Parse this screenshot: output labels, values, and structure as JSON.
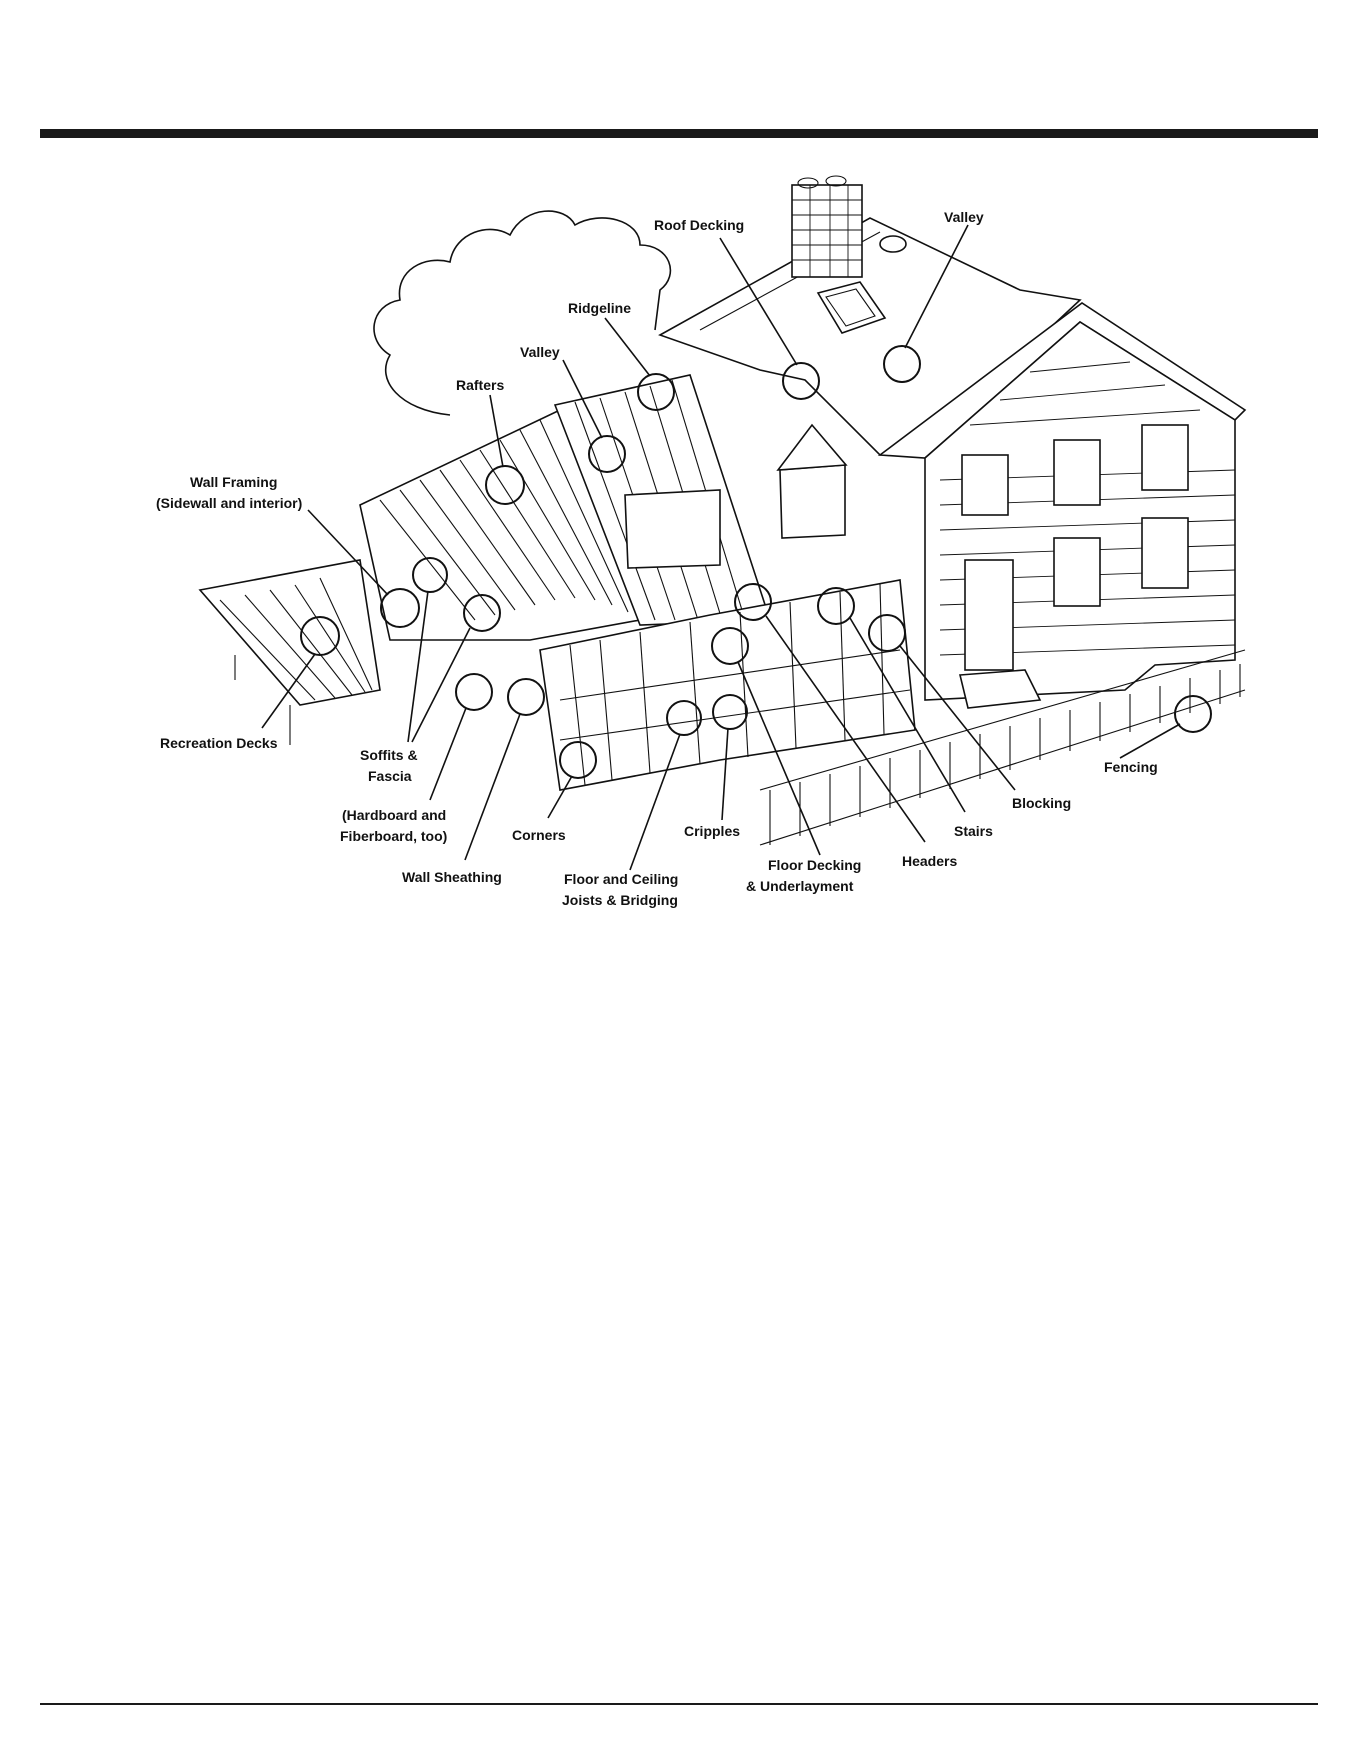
{
  "labels": {
    "roof_decking": "Roof Decking",
    "valley_top": "Valley",
    "ridgeline": "Ridgeline",
    "valley_mid": "Valley",
    "rafters": "Rafters",
    "wall_framing_1": "Wall Framing",
    "wall_framing_2": "(Sidewall and interior)",
    "recreation_decks": "Recreation Decks",
    "soffits_1": "Soffits &",
    "soffits_2": "Fascia",
    "hardboard_1": "(Hardboard and",
    "hardboard_2": "Fiberboard, too)",
    "wall_sheathing": "Wall Sheathing",
    "corners": "Corners",
    "floor_ceiling_1": "Floor and Ceiling",
    "floor_ceiling_2": "Joists & Bridging",
    "cripples": "Cripples",
    "floor_decking_1": "Floor Decking",
    "floor_decking_2": "& Underlayment",
    "headers": "Headers",
    "stairs": "Stairs",
    "blocking": "Blocking",
    "fencing": "Fencing"
  }
}
